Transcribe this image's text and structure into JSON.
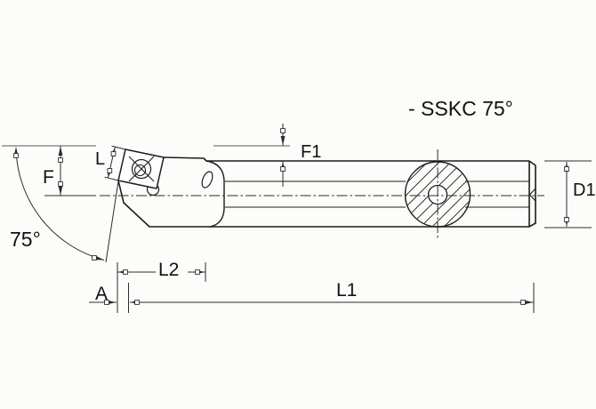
{
  "designation": "- SSKC 75°",
  "dimension_labels": {
    "f": "F",
    "l": "L",
    "f1": "F1",
    "d1": "D1",
    "l1": "L1",
    "l2": "L2",
    "a": "A",
    "lead_angle": "75°"
  },
  "colors": {
    "background": "#fcfcfa",
    "outline": "#1c1c1c",
    "dimension": "#2b2b2b",
    "reference": "#5a5a5a",
    "text": "#111111"
  }
}
